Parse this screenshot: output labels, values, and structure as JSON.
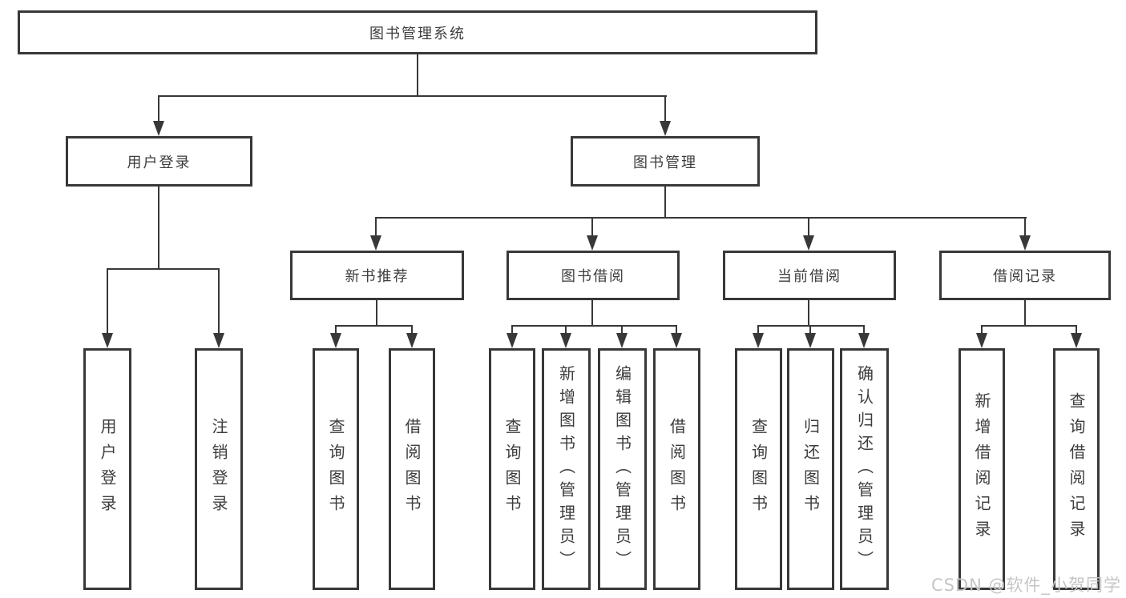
{
  "diagram": {
    "root": {
      "label": "图书管理系统"
    },
    "level2": [
      {
        "id": "user-login",
        "label": "用户登录"
      },
      {
        "id": "book-management",
        "label": "图书管理"
      }
    ],
    "level3": [
      {
        "id": "new-book-recommend",
        "label": "新书推荐",
        "parent": "图书管理"
      },
      {
        "id": "book-borrowing",
        "label": "图书借阅",
        "parent": "图书管理"
      },
      {
        "id": "current-borrowing",
        "label": "当前借阅",
        "parent": "图书管理"
      },
      {
        "id": "borrowing-records",
        "label": "借阅记录",
        "parent": "图书管理"
      }
    ],
    "leaves": [
      {
        "id": "user-login-leaf",
        "label": "用户登录",
        "parent": "用户登录"
      },
      {
        "id": "logout",
        "label": "注销登录",
        "parent": "用户登录"
      },
      {
        "id": "query-books-recommend",
        "label": "查询图书",
        "parent": "新书推荐"
      },
      {
        "id": "borrow-books-recommend",
        "label": "借阅图书",
        "parent": "新书推荐"
      },
      {
        "id": "query-books-borrowing",
        "label": "查询图书",
        "parent": "图书借阅"
      },
      {
        "id": "add-books-admin",
        "label": "新增图书（管理员）",
        "parent": "图书借阅"
      },
      {
        "id": "edit-books-admin",
        "label": "编辑图书（管理员）",
        "parent": "图书借阅"
      },
      {
        "id": "borrow-books-borrowing",
        "label": "借阅图书",
        "parent": "图书借阅"
      },
      {
        "id": "query-books-current",
        "label": "查询图书",
        "parent": "当前借阅"
      },
      {
        "id": "return-books",
        "label": "归还图书",
        "parent": "当前借阅"
      },
      {
        "id": "confirm-return-admin",
        "label": "确认归还（管理员）",
        "parent": "当前借阅"
      },
      {
        "id": "add-borrow-record",
        "label": "新增借阅记录",
        "parent": "借阅记录"
      },
      {
        "id": "query-borrow-record",
        "label": "查询借阅记录",
        "parent": "借阅记录"
      }
    ],
    "colors": {
      "line": "#383838",
      "text": "#3d3d3d",
      "box_background": "#ffffff",
      "watermark": "#c5c5c5"
    },
    "watermark": "CSDN @软件_小贺同学"
  }
}
